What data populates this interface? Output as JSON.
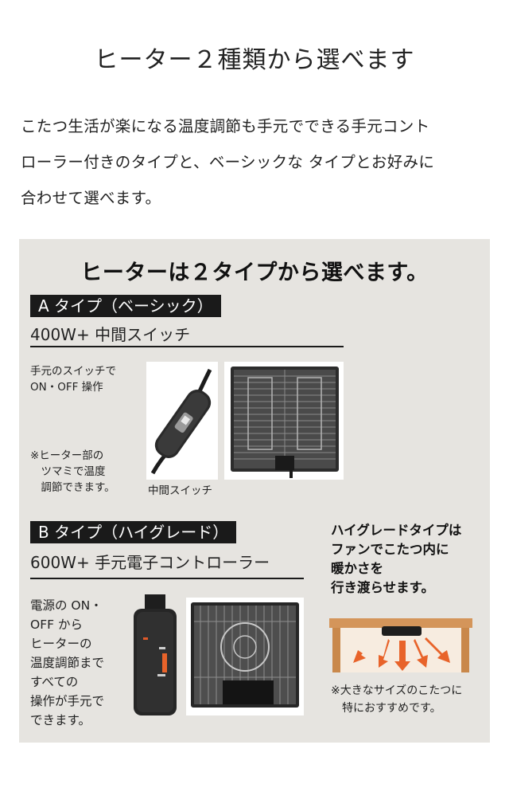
{
  "title": "ヒーター２種類から選べます",
  "intro_lines": [
    "こたつ生活が楽になる温度調節も手元でできる手元コント",
    "ローラー付きのタイプと、ベーシックな タイプとお好みに",
    "合わせて選べます。"
  ],
  "panel": {
    "title": "ヒーターは２タイプから選べます。",
    "type_a": {
      "label": "A タイプ（ベーシック）",
      "spec": "400W+ 中間スイッチ",
      "switch_note": [
        "手元のスイッチで",
        "ON・OFF 操作"
      ],
      "heater_note": [
        "※ヒーター部の",
        "　ツマミで温度",
        "　調節できます。"
      ],
      "switch_caption": "中間スイッチ"
    },
    "type_b": {
      "label": "B タイプ（ハイグレード）",
      "spec": "600W+ 手元電子コントローラー",
      "description": [
        "電源の ON・",
        "OFF から",
        "ヒーターの",
        "温度調節まで",
        "すべての",
        "操作が手元で",
        "できます。"
      ]
    },
    "fan": {
      "text": [
        "ハイグレードタイプは",
        "ファンでこたつ内に",
        "暖かさを",
        "行き渡らせます。"
      ],
      "note": [
        "※大きなサイズのこたつに",
        "　特におすすめです。"
      ]
    }
  },
  "colors": {
    "panel_bg": "#e6e4e0",
    "label_bg": "#1a1a1a",
    "arrow_orange": "#e8632a",
    "wood": "#d4955a"
  }
}
